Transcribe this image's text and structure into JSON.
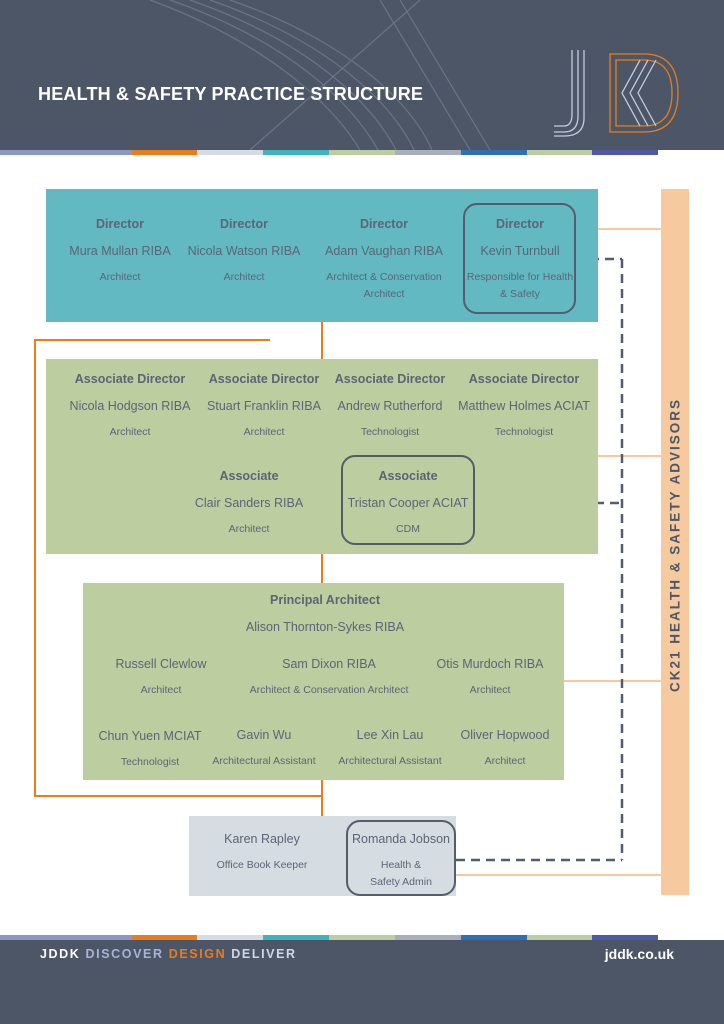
{
  "header": {
    "title": "HEALTH & SAFETY PRACTICE STRUCTURE",
    "logo_icon": "jddk-logo-icon"
  },
  "colors": {
    "header_bg": "#4d5666",
    "directors_bg": "#63b9c2",
    "associates_bg": "#bccda0",
    "staff_bg": "#d6dde2",
    "orange": "#e87d1e",
    "advisors": "#f6c99f",
    "text": "#5b6478"
  },
  "directors": [
    {
      "role": "Director",
      "name": "Mura Mullan RIBA",
      "job": "Architect"
    },
    {
      "role": "Director",
      "name": "Nicola Watson RIBA",
      "job": "Architect"
    },
    {
      "role": "Director",
      "name": "Adam Vaughan RIBA",
      "job": "Architect & Conservation Architect"
    },
    {
      "role": "Director",
      "name": "Kevin Turnbull",
      "job": "Responsible for Health & Safety"
    }
  ],
  "associate_directors": [
    {
      "role": "Associate Director",
      "name": "Nicola Hodgson RIBA",
      "job": "Architect"
    },
    {
      "role": "Associate Director",
      "name": "Stuart Franklin RIBA",
      "job": "Architect"
    },
    {
      "role": "Associate Director",
      "name": "Andrew Rutherford",
      "job": "Technologist"
    },
    {
      "role": "Associate Director",
      "name": "Matthew Holmes ACIAT",
      "job": "Technologist"
    }
  ],
  "associates": [
    {
      "role": "Associate",
      "name": "Clair Sanders RIBA",
      "job": "Architect"
    },
    {
      "role": "Associate",
      "name": "Tristan Cooper ACIAT",
      "job": "CDM"
    }
  ],
  "principal": {
    "role": "Principal Architect",
    "name": "Alison Thornton-Sykes RIBA"
  },
  "architects_row1": [
    {
      "name": "Russell Clewlow",
      "job": "Architect"
    },
    {
      "name": "Sam Dixon RIBA",
      "job": "Architect & Conservation Architect"
    },
    {
      "name": "Otis Murdoch RIBA",
      "job": "Architect"
    }
  ],
  "architects_row2": [
    {
      "name": "Chun Yuen MCIAT",
      "job": "Technologist"
    },
    {
      "name": "Gavin Wu",
      "job": "Architectural Assistant"
    },
    {
      "name": "Lee Xin Lau",
      "job": "Architectural Assistant"
    },
    {
      "name": "Oliver Hopwood",
      "job": "Architect"
    }
  ],
  "office": [
    {
      "name": "Karen Rapley",
      "job": "Office Book Keeper"
    },
    {
      "name": "Romanda Jobson",
      "job": "Health & Safety Admin"
    }
  ],
  "advisors": {
    "label": "CK21 HEALTH & SAFETY ADVISORS"
  },
  "footer": {
    "word1": "JDDK",
    "word2": "DISCOVER",
    "word3": "DESIGN",
    "word4": "DELIVER",
    "website": "jddk.co.uk"
  },
  "stripe_colors": [
    "#8d97c4",
    "#8d97c4",
    "#e87d1e",
    "#d6dde2",
    "#3fb3c0",
    "#bccda0",
    "#a8aebb",
    "#2f6fb5",
    "#bccda0",
    "#4e58a6",
    "#ffffff"
  ]
}
